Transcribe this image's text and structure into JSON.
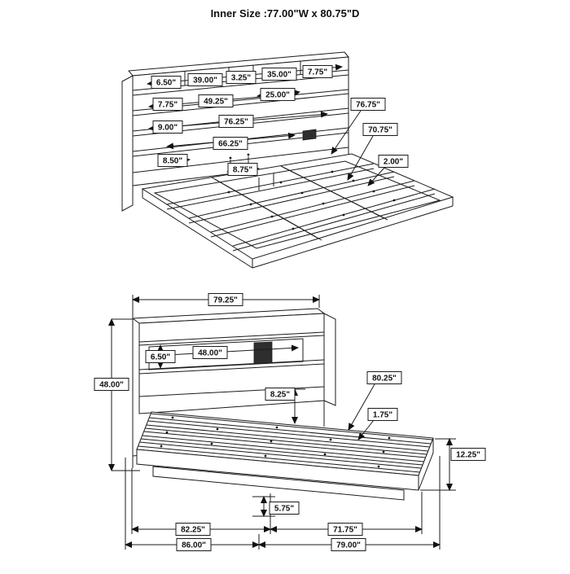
{
  "title": "Inner Size :77.00\"W x 80.75\"D",
  "top": {
    "shelf_left_h": "6.50\"",
    "shelf_w1": "39.00\"",
    "divider": "3.25\"",
    "shelf_w2": "35.00\"",
    "right_h": "7.75\"",
    "row2_h": "7.75\"",
    "row2_w": "49.25\"",
    "row2_w2": "25.00\"",
    "row3_h": "9.00\"",
    "row3_w": "76.25\"",
    "row4_w": "66.25\"",
    "row5_h": "8.50\"",
    "slat_gap": "8.75\"",
    "callout_length": "76.75\"",
    "callout_inner": "70.75\"",
    "callout_rail": "2.00\""
  },
  "bottom": {
    "top_width": "79.25\"",
    "left_height": "48.00\"",
    "shelf_h": "6.50\"",
    "shelf_w": "48.00\"",
    "gap": "8.25\"",
    "callout_depth": "80.25\"",
    "callout_slat": "1.75\"",
    "base_height": "12.25\"",
    "foot_height": "5.75\"",
    "inner_left": "82.25\"",
    "inner_right": "71.75\"",
    "outer_left": "86.00\"",
    "outer_right": "79.00\""
  }
}
